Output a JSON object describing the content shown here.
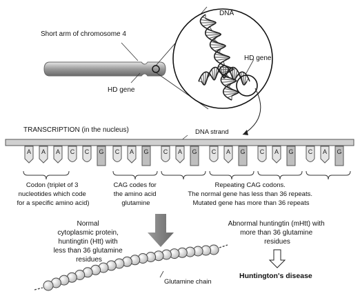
{
  "labels": {
    "dna": "DNA",
    "chromosome": "Short arm of chromosome 4",
    "hd_gene_circle": "HD gene",
    "hd_gene_chromosome": "HD gene",
    "transcription": "TRANSCRIPTION (in the nucleus)",
    "dna_strand": "DNA strand",
    "codon_note": [
      "Codon (triplet of 3",
      "nucleotides which code",
      "for a specific amino acid)"
    ],
    "cag_note": [
      "CAG codes for",
      "the amino acid",
      "glutamine"
    ],
    "repeat_note": [
      "Repeating CAG codons.",
      "The normal gene has less than 36 repeats.",
      "Mutated gene has more than 36 repeats"
    ],
    "normal_protein": [
      "Normal",
      "cytoplasmic protein,",
      "huntingtin (Htt) with",
      "less than 36 glutamine",
      "residues"
    ],
    "abnormal_protein": [
      "Abnormal huntingtin (mHtt) with",
      "more than 36 glutamine",
      "residues"
    ],
    "glutamine_chain": "Glutamine chain",
    "disease": "Huntington's disease"
  },
  "bases": [
    "A",
    "A",
    "A",
    "C",
    "C",
    "G",
    "C",
    "A",
    "G",
    "C",
    "A",
    "G",
    "C",
    "A",
    "G",
    "C",
    "A",
    "G",
    "C",
    "A",
    "G"
  ],
  "colors": {
    "strand": "#cfcfcf",
    "outline": "#555555",
    "bead": "#d9d9d9",
    "arrow": "#7a7a7a"
  }
}
